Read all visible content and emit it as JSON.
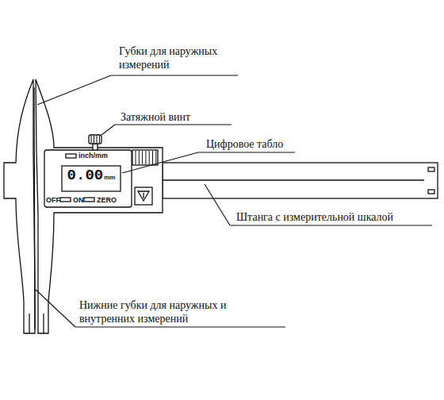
{
  "diagram": {
    "nodes": [
      {
        "text": [
          "0.00",
          "mm"
        ]
      }
    ],
    "labels": [
      "Губки для наружных измерений",
      "Затяжной винт",
      "Цифровое табло",
      "inch/mm",
      "OFF",
      "ON",
      "ZERO",
      "Штанга с измерительной шкалой",
      "Нижние губки для наружных и внутренних измерений"
    ]
  }
}
